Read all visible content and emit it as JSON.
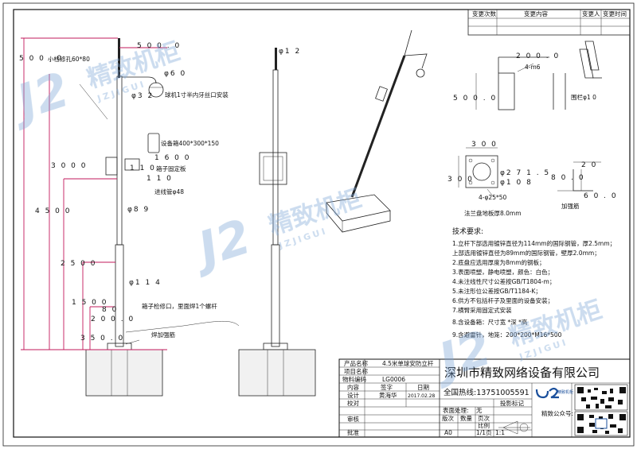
{
  "colors": {
    "watermark": "#7fa9d6",
    "brand": "#1a4f9c",
    "pink": "#c2185b",
    "blue": "#2d5fa8"
  },
  "revision": {
    "headers": [
      "变更次数",
      "变更内容",
      "变更人",
      "变更时间"
    ]
  },
  "dims_front": {
    "d500a": "5 0 0 . 0",
    "d500b": "5 0 0 . 0",
    "hole1": "小检修孔60*80",
    "d60": "φ6 0",
    "d32": "φ3 2",
    "camera": "球机1寸半内牙丝口安装",
    "box": "设备箱400*300*150",
    "d1600": "1 6 0 0",
    "plate": "箱子固定板",
    "d3000": "3 0 0 0",
    "d110a": "1 1 0",
    "d110b": "1 1 0",
    "pipe": "进线管φ48",
    "d89": "φ8 9",
    "d4500": "4 5 0 0",
    "d2500": "2 5 0 0",
    "d114": "φ1 1 4",
    "d1500": "1 5 0 0",
    "d80": "8 0",
    "d200": "2 0 0 . 0",
    "hole2": "箱子检修口，里面焊1个螺杆",
    "d350": "3 5 0 . 0",
    "weld": "焊加强筋"
  },
  "dims_side": {
    "d12": "φ1 2"
  },
  "dims_details": {
    "d200top": "2 0 0 . 0",
    "d4m6": "4-m6",
    "d500v": "5 0 0 . 0",
    "rail": "围栏φ1 0",
    "d300a": "3 0 0",
    "d300b": "3 0 0",
    "d2715": "φ2 7 1 . 5",
    "d108": "φ1 0 8",
    "holes": "4-φ25*50",
    "plate_note": "法兰盘地板厚8.0mm",
    "d20": "2 0",
    "d80r": "8 0 . 0",
    "d60r": "6 0 . 0",
    "rib": "加强筋"
  },
  "tech": {
    "title": "技术要求:",
    "items": [
      "1.立杆下部选用镀锌直径为114mm的国际钢管，厚2.5mm；",
      "上部选用镀锌直径为89mm的国际钢管，壁厚2.0mm；",
      "2.底盘应选用厚度为8mm的钢板；",
      "3.表面喷塑，静电喷塑，颜色：白色；",
      "4.未注线性尺寸公差按GB/T1804-m；",
      "5.未注形位公差按GB/T1184-K；",
      "6.供方不包括杆子及里面的设备安装；",
      "7.横臂采用固定式安装",
      "8.含设备箱：尺寸宽    *深    *高",
      "9.含避雷针，地笼：200*200*M16*500"
    ]
  },
  "title_block": {
    "r_pname": "产品名称",
    "v_pname": "4.5米单球安防立杆",
    "r_pno": "项目名称",
    "r_code": "物料编码",
    "v_code": "LG0006",
    "h_content": "内容",
    "h_sign": "签字",
    "h_date": "日期",
    "r_design": "设计",
    "v_designer": "黄海华",
    "v_date": "2017.02.28",
    "r_check": "校对",
    "r_review": "审核",
    "r_approve": "批准",
    "r_surface": "表面处理:",
    "v_surface": "无",
    "r_mark": "投影标记",
    "h_ver": "版次",
    "h_qty": "数量",
    "h_page": "页次",
    "h_scale": "比例",
    "v_ver": "A0",
    "v_page": "1/1页",
    "v_scale": "1:1",
    "company": "深圳市精致网络设备有限公司",
    "hotline": "全国热线:13751005591",
    "logo_small": "精致机柜",
    "wechat": "精致公众号:"
  },
  "watermark": {
    "cn": "精致机柜",
    "en": "JZJIGUI"
  }
}
